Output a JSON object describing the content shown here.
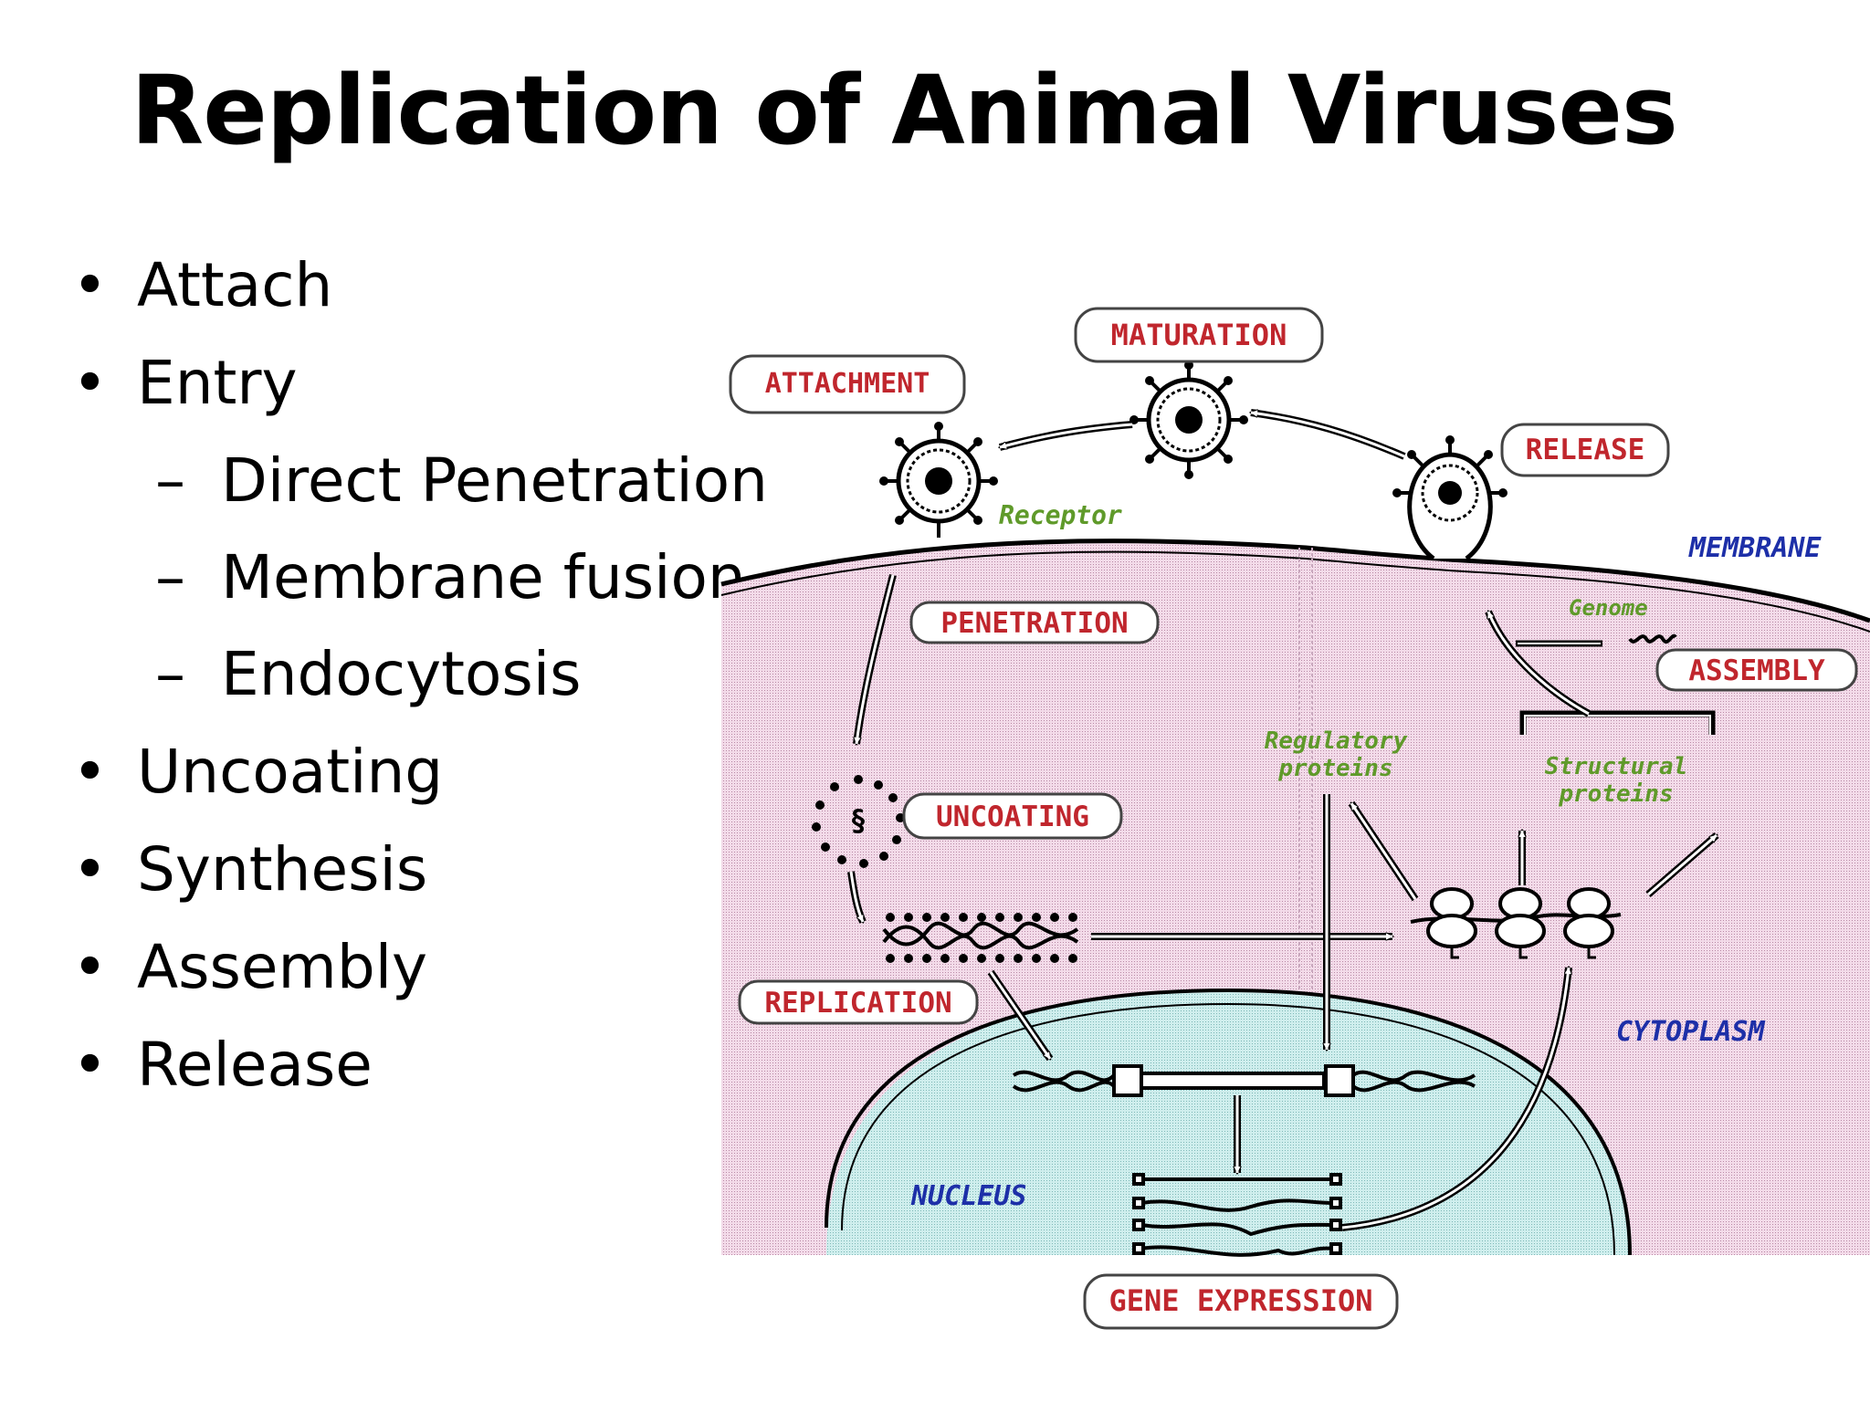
{
  "slide": {
    "title": "Replication of Animal Viruses"
  },
  "bullets": [
    {
      "marker": "•",
      "text": "Attach"
    },
    {
      "marker": "•",
      "text": "Entry"
    },
    {
      "marker": "–",
      "text": "Direct Penetration"
    },
    {
      "marker": "–",
      "text": "Membrane fusion"
    },
    {
      "marker": "–",
      "text": "Endocytosis"
    },
    {
      "marker": "•",
      "text": "Uncoating"
    },
    {
      "marker": "•",
      "text": "Synthesis"
    },
    {
      "marker": "•",
      "text": "Assembly"
    },
    {
      "marker": "•",
      "text": "Release"
    }
  ],
  "diagram": {
    "stages": {
      "maturation": "MATURATION",
      "attachment": "ATTACHMENT",
      "release": "RELEASE",
      "penetration": "PENETRATION",
      "assembly": "ASSEMBLY",
      "uncoating": "UNCOATING",
      "replication": "REPLICATION",
      "gene_expression": "GENE EXPRESSION"
    },
    "labels": {
      "receptor": "Receptor",
      "membrane": "MEMBRANE",
      "genome": "Genome",
      "regulatory_1": "Regulatory",
      "regulatory_2": "proteins",
      "structural_1": "Structural",
      "structural_2": "proteins",
      "cytoplasm": "CYTOPLASM",
      "nucleus": "NUCLEUS"
    },
    "colors": {
      "cytoplasm": "#f1d6e6",
      "nucleus": "#c9ecea",
      "stage_text": "#c0262d",
      "green_label": "#5f9a2a",
      "blue_label": "#1d2fa8",
      "outline": "#000000"
    }
  }
}
